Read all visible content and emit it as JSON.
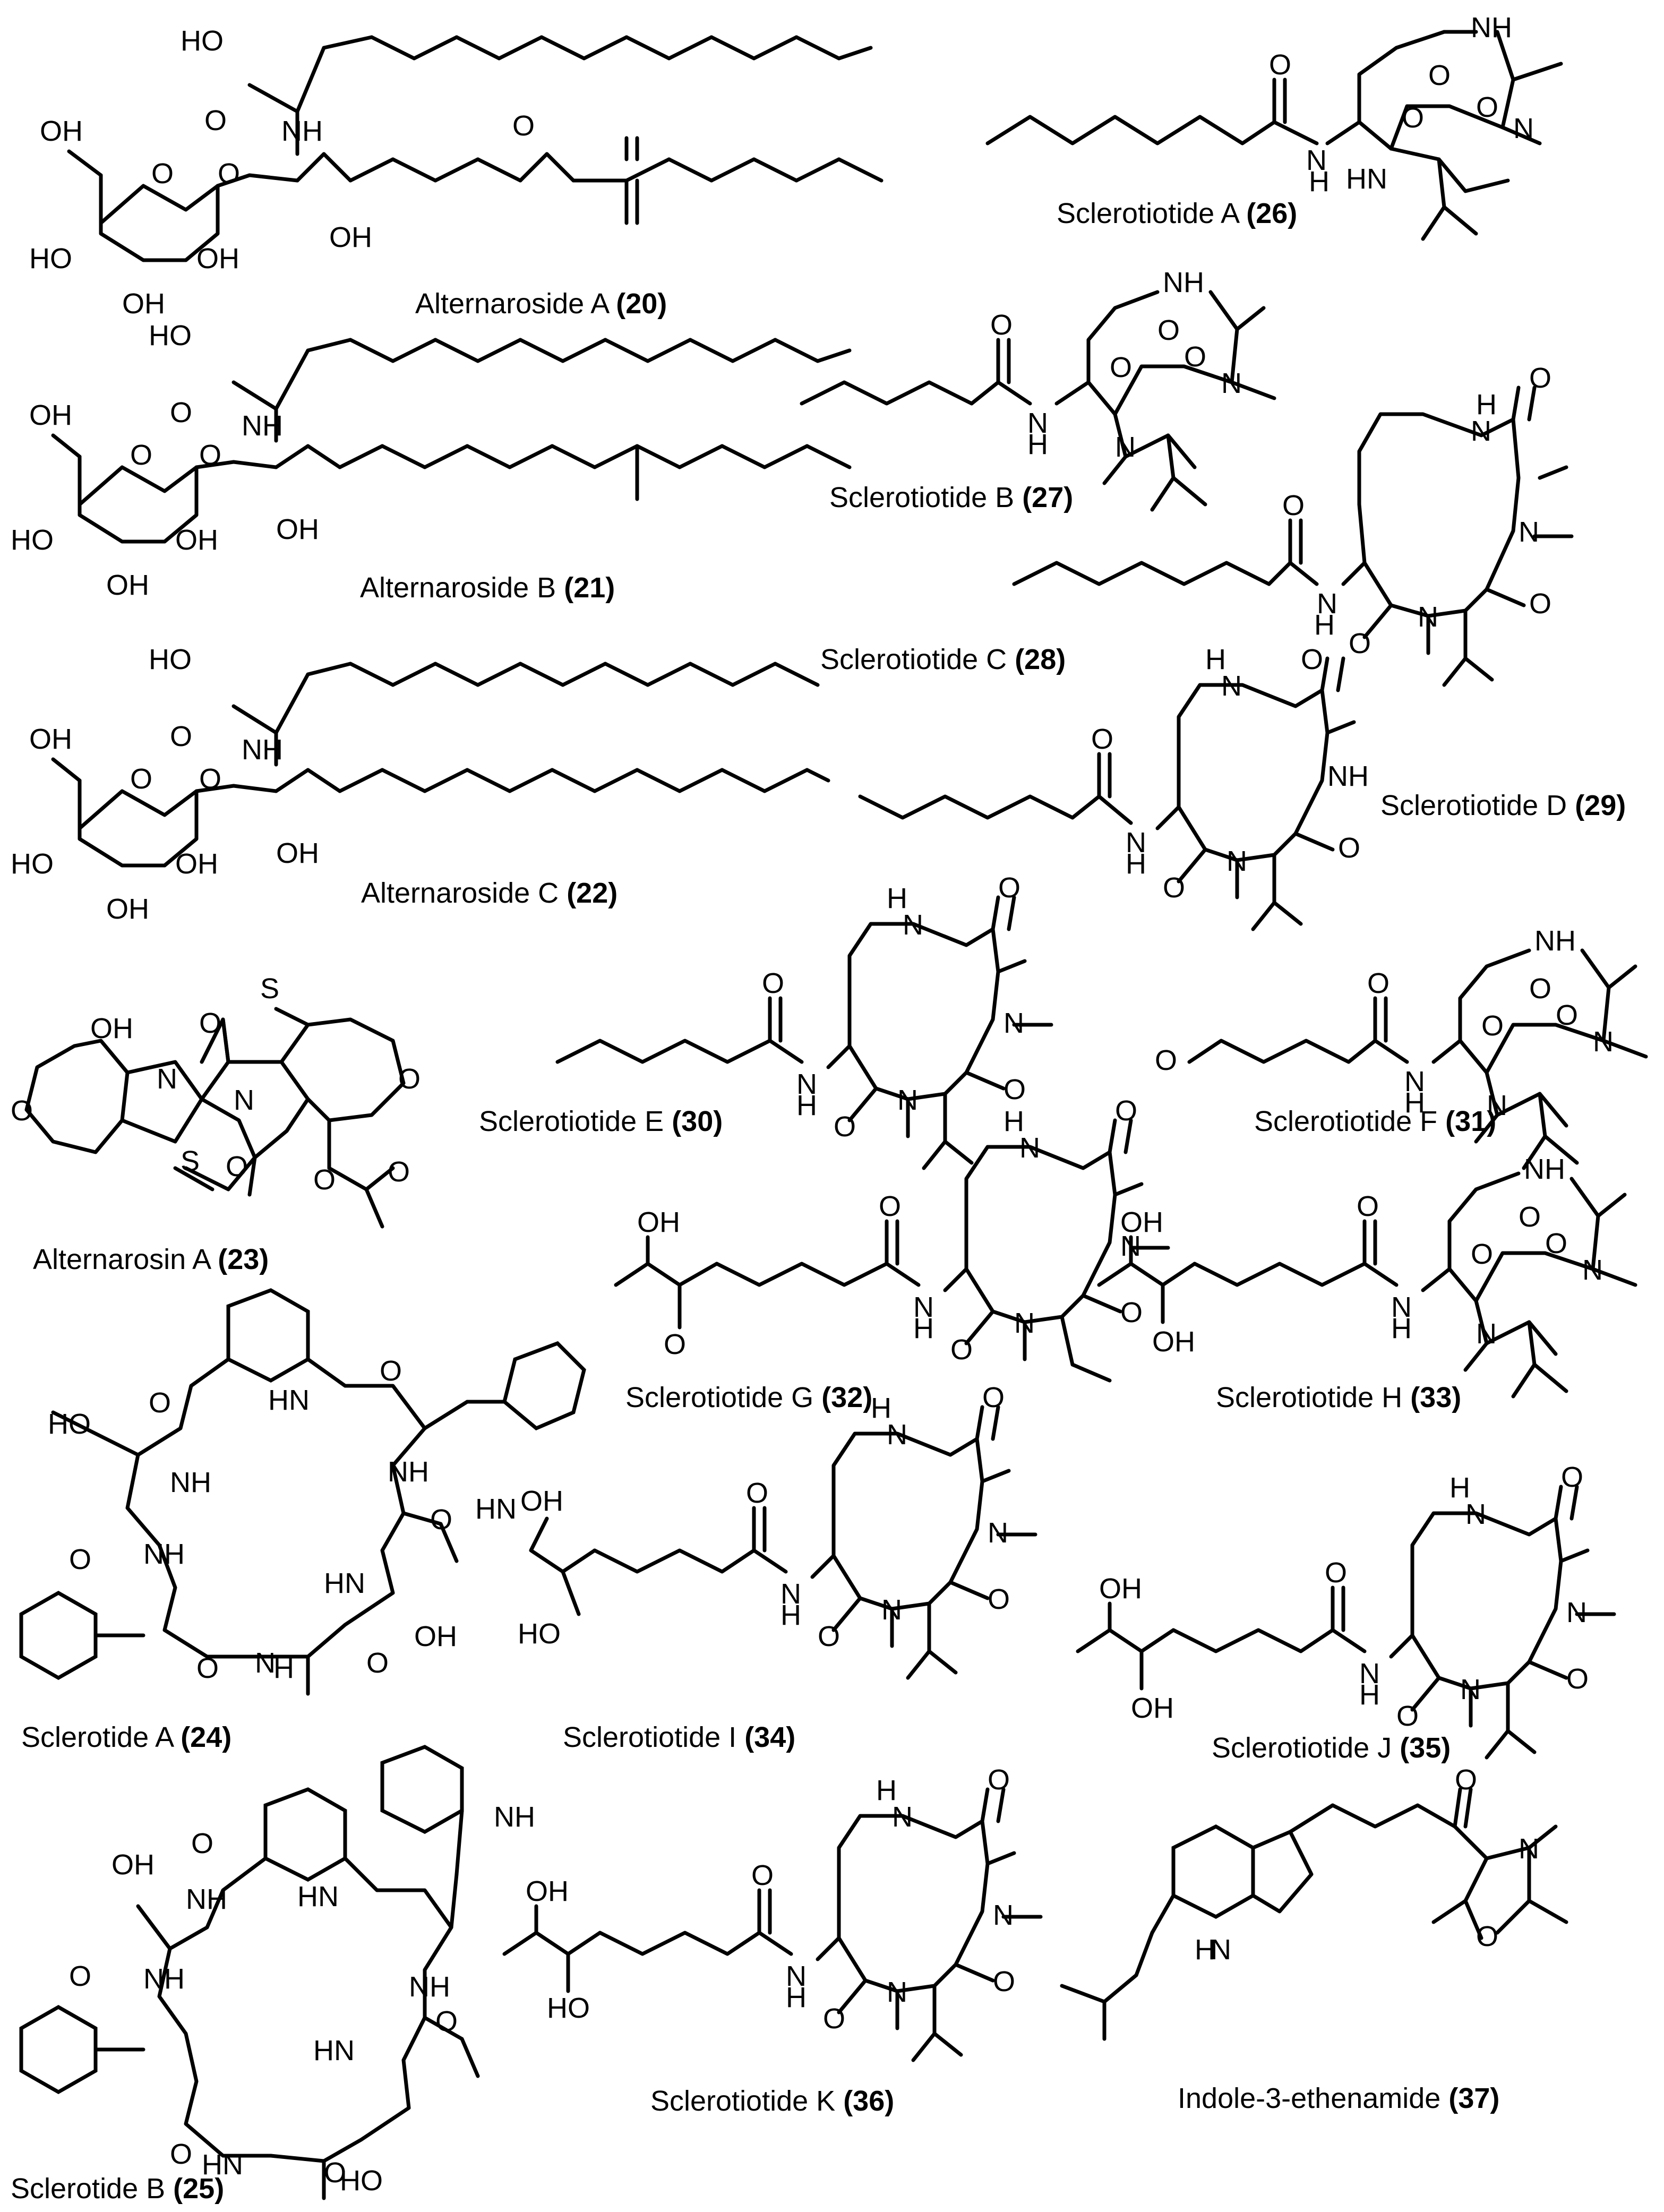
{
  "compounds": [
    {
      "name": "Alternaroside A",
      "number": "(20)"
    },
    {
      "name": "Alternaroside B",
      "number": "(21)"
    },
    {
      "name": "Alternaroside C",
      "number": "(22)"
    },
    {
      "name": "Alternarosin A",
      "number": "(23)"
    },
    {
      "name": "Sclerotide A",
      "number": "(24)"
    },
    {
      "name": "Sclerotide B",
      "number": "(25)"
    },
    {
      "name": "Sclerotiotide A",
      "number": "(26)"
    },
    {
      "name": "Sclerotiotide B",
      "number": "(27)"
    },
    {
      "name": "Sclerotiotide C",
      "number": "(28)"
    },
    {
      "name": "Sclerotiotide D",
      "number": "(29)"
    },
    {
      "name": "Sclerotiotide E",
      "number": "(30)"
    },
    {
      "name": "Sclerotiotide F",
      "number": "(31)"
    },
    {
      "name": "Sclerotiotide G",
      "number": "(32)"
    },
    {
      "name": "Sclerotiotide H",
      "number": "(33)"
    },
    {
      "name": "Sclerotiotide I",
      "number": "(34)"
    },
    {
      "name": "Sclerotiotide J",
      "number": "(35)"
    },
    {
      "name": "Sclerotiotide K",
      "number": "(36)"
    },
    {
      "name": "Indole-3-ethenamide",
      "number": "(37)"
    }
  ],
  "atoms": {
    "OH": "OH",
    "HO": "HO",
    "O": "O",
    "NH": "NH",
    "HN": "HN",
    "N": "N",
    "H": "H",
    "S": "S"
  }
}
